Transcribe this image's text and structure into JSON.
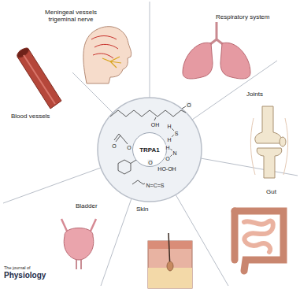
{
  "diagram": {
    "nodes": [
      {
        "text": [
          "TRPA1"
        ]
      }
    ],
    "labels": [
      "Meningeal vessels trigeminal nerve",
      "Respiratory system",
      "Joints",
      "Gut",
      "Skin",
      "Bladder",
      "Blood vessels",
      "OH",
      "O",
      "O",
      "O",
      "H",
      "S",
      "H",
      "H",
      "N",
      "O",
      "HO-OH",
      "O",
      "N=C=S",
      "The journal of",
      "Physiology"
    ]
  }
}
